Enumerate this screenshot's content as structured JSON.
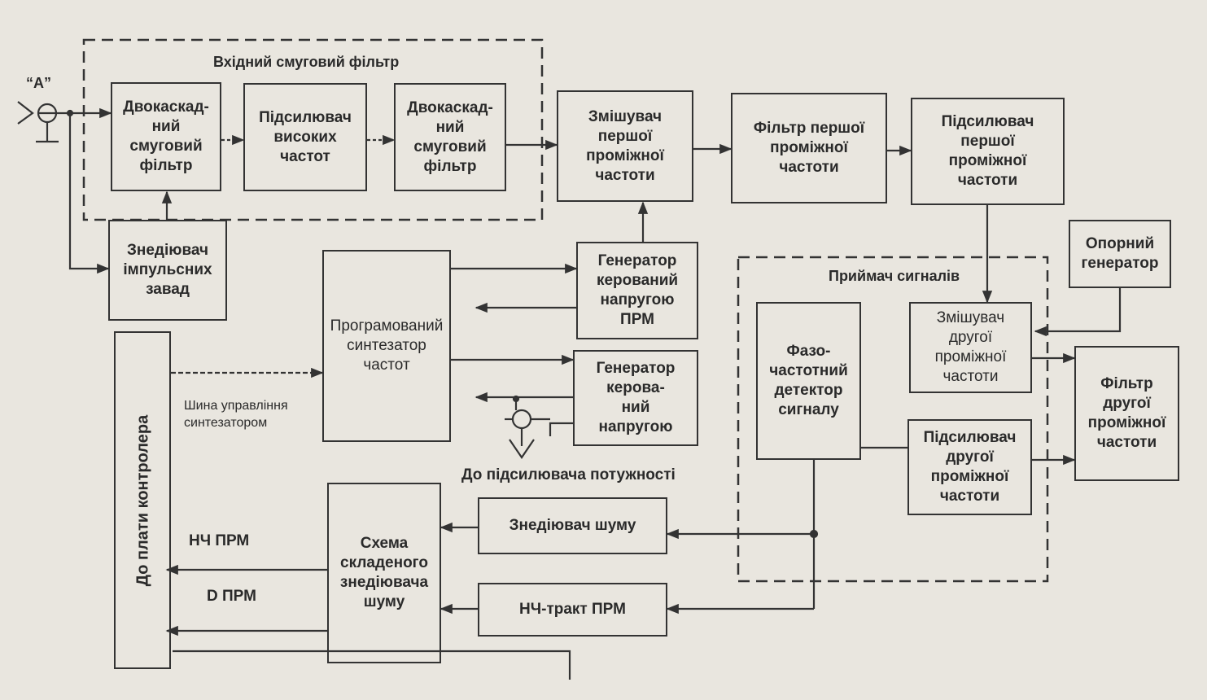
{
  "antenna_label": "“A”",
  "groups": {
    "input_filter": "Вхідний смуговий фільтр",
    "signal_receiver": "Приймач сигналів"
  },
  "blocks": {
    "bandpass_filter_1": "Двокаскад-\nний\nсмуговий\nфільтр",
    "rf_amplifier": "Підсилювач\nвисоких\nчастот",
    "bandpass_filter_2": "Двокаскад-\nний\nсмуговий\nфільтр",
    "first_if_mixer": "Змішувач\nпершої\nпроміжної\nчастоти",
    "first_if_filter": "Фільтр першої\nпроміжної\nчастоти",
    "first_if_amplifier": "Підсилювач\nпершої\nпроміжної\nчастоти",
    "impulse_noise_suppressor": "Знедіювач\nімпульсних\nзавад",
    "frequency_synthesizer": "Програмований\nсинтезатор\nчастот",
    "vco_rx": "Генератор\nкерований\nнапругою\nПРМ",
    "vco": "Генератор\nкерова-\nний\nнапругою",
    "reference_oscillator": "Опорний\nгенератор",
    "second_if_mixer": "Змішувач\nдругої\nпроміжної\nчастоти",
    "second_if_filter": "Фільтр\nдругої\nпроміжної\nчастоти",
    "phase_frequency_detector": "Фазо-\nчастотний\nдетектор\nсигналу",
    "second_if_amplifier": "Підсилювач\nдругої\nпроміжної\nчастоти",
    "noise_suppressor": "Знедіювач шуму",
    "lf_path_rx": "НЧ-тракт ПРМ",
    "composite_noise_suppressor": "Схема\nскладеного\nзнедіювача\nшуму",
    "controller_board": "До плати контролера"
  },
  "labels": {
    "synth_bus": "Шина управління\nсинтезатором",
    "to_power_amp": "До підсилювача потужності",
    "lf_rx": "НЧ ПРМ",
    "d_rx": "D ПРМ"
  }
}
